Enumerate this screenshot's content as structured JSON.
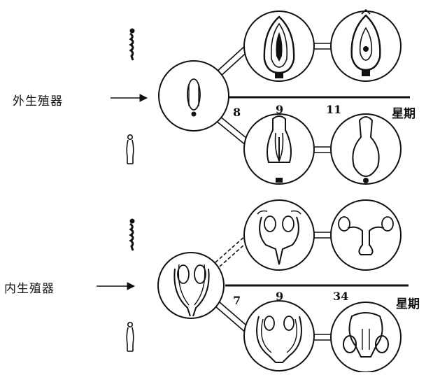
{
  "sections": [
    {
      "label": "外生殖器",
      "weeks": [
        "8",
        "9",
        "11"
      ],
      "unit": "星期"
    },
    {
      "label": "内生殖器",
      "weeks": [
        "7",
        "9",
        "34"
      ],
      "unit": "星期"
    }
  ]
}
